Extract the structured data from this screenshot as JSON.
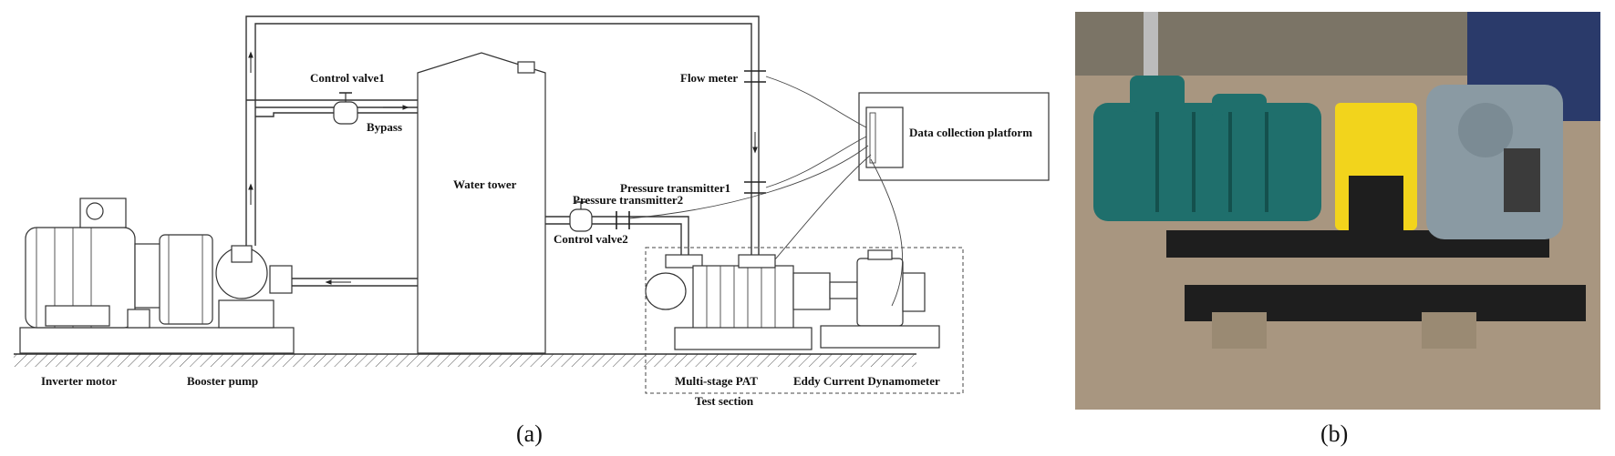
{
  "labels": {
    "control_valve1": "Control  valve1",
    "bypass": "Bypass",
    "water_tower": "Water tower",
    "flow_meter": "Flow meter",
    "data_platform": "Data collection platform",
    "pressure_transmitter1": "Pressure transmitter1",
    "pressure_transmitter2": "Pressure transmitter2",
    "control_valve2": "Control  valve2",
    "inverter_motor": "Inverter motor",
    "booster_pump": "Booster pump",
    "multistage_pat": "Multi-stage PAT",
    "eddy_dynamometer": "Eddy Current Dynamometer",
    "test_section": "Test section"
  },
  "captions": {
    "a": "(a)",
    "b": "(b)"
  },
  "colors": {
    "pump_casing": "#1f6f6c",
    "coupling_guard": "#f2d41c",
    "dynamometer": "#8a9aa3",
    "base_frame": "#1e1e1e",
    "floor": "#a89680"
  }
}
